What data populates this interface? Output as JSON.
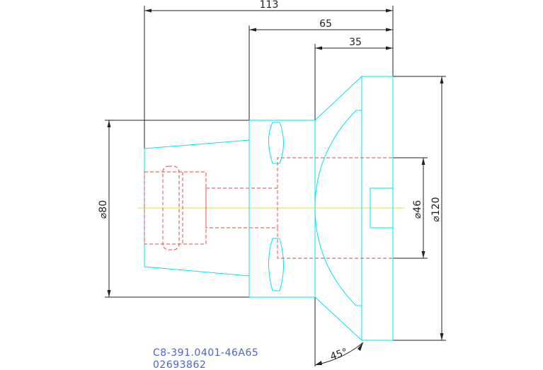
{
  "drawing": {
    "dimensions": {
      "overall_length": "113",
      "middle_length": "65",
      "flange_length": "35",
      "shank_diameter": "⌀80",
      "bore_diameter": "⌀46",
      "flange_diameter": "⌀120",
      "chamfer_angle": "45°"
    },
    "part_code": "C8-391.0401-46A65",
    "part_number": "02693862",
    "colors": {
      "outline": "#00e5ee",
      "hidden": "#e84a4a",
      "centerline": "#e6d84a",
      "dimension": "#222222",
      "text": "#4a66cc"
    }
  }
}
